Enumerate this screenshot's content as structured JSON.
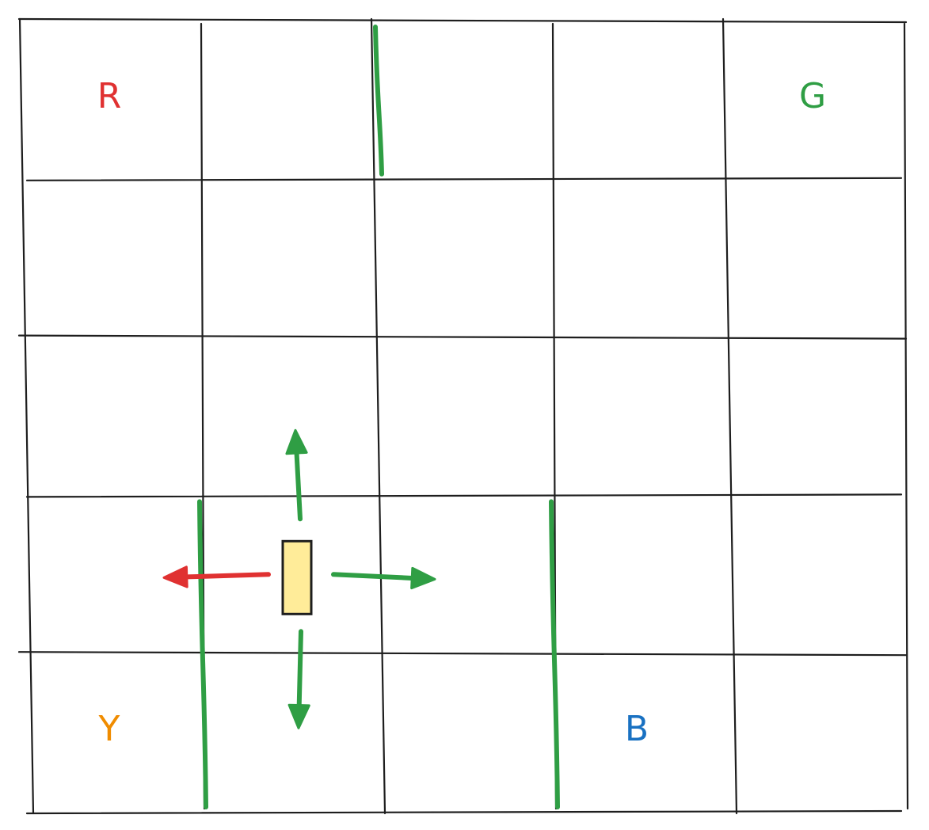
{
  "grid": {
    "rows": 5,
    "cols": 5,
    "line_color": "#1e1e1e"
  },
  "cell_labels": [
    {
      "id": "r",
      "text": "R",
      "row": 0,
      "col": 0,
      "color": "#e03131"
    },
    {
      "id": "g",
      "text": "G",
      "row": 0,
      "col": 4,
      "color": "#2f9e44"
    },
    {
      "id": "y",
      "text": "Y",
      "row": 4,
      "col": 0,
      "color": "#f08c00"
    },
    {
      "id": "b",
      "text": "B",
      "row": 4,
      "col": 3,
      "color": "#1971c2"
    }
  ],
  "walls": [
    {
      "id": "top",
      "between_cols": [
        1,
        2
      ],
      "rows": [
        0,
        0
      ],
      "color": "#2f9e44"
    },
    {
      "id": "lower-left",
      "between_cols": [
        0,
        1
      ],
      "rows": [
        3,
        4
      ],
      "color": "#2f9e44"
    },
    {
      "id": "lower-middle",
      "between_cols": [
        2,
        3
      ],
      "rows": [
        3,
        4
      ],
      "color": "#2f9e44"
    }
  ],
  "agent": {
    "row": 3,
    "col": 1,
    "fill": "#ffec99",
    "stroke": "#1e1e1e"
  },
  "actions": [
    {
      "direction": "up",
      "allowed": true,
      "color": "#2f9e44"
    },
    {
      "direction": "down",
      "allowed": true,
      "color": "#2f9e44"
    },
    {
      "direction": "right",
      "allowed": true,
      "color": "#2f9e44"
    },
    {
      "direction": "left",
      "allowed": false,
      "color": "#e03131"
    }
  ]
}
